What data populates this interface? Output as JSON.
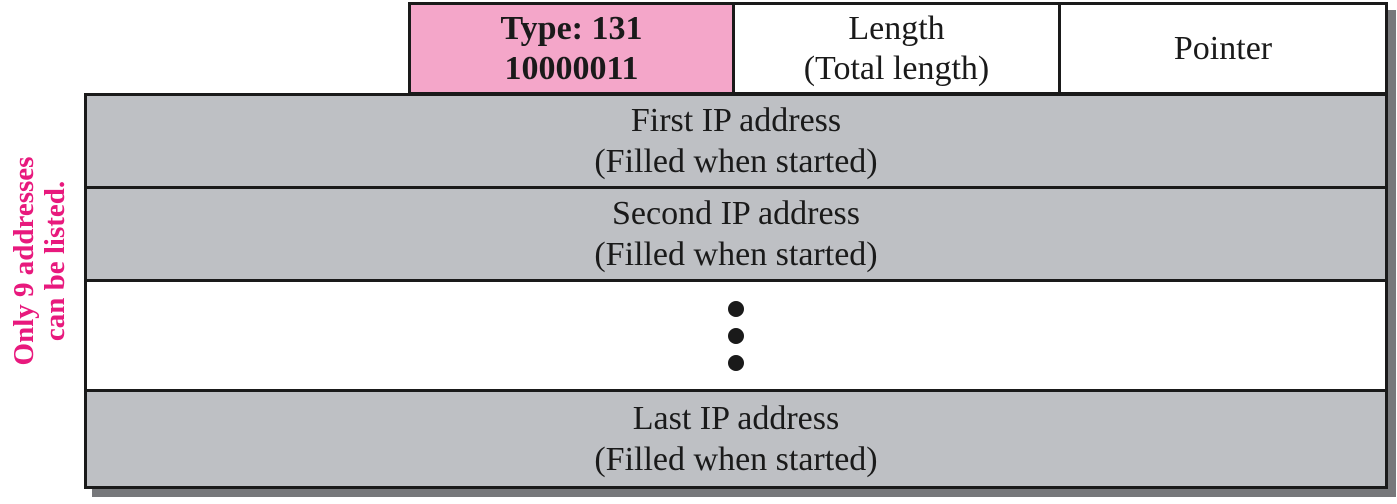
{
  "side_note": {
    "line1": "Only 9 addresses",
    "line2": "can be listed."
  },
  "header_cells": {
    "type": {
      "line1": "Type: 131",
      "line2": "10000011"
    },
    "length": {
      "line1": "Length",
      "line2": "(Total length)"
    },
    "pointer": {
      "label": "Pointer"
    }
  },
  "body_rows": {
    "first": {
      "line1": "First IP address",
      "line2": "(Filled when started)"
    },
    "second": {
      "line1": "Second IP address",
      "line2": "(Filled when started)"
    },
    "ellipsis": {
      "dots": 3
    },
    "last": {
      "line1": "Last IP address",
      "line2": "(Filled when started)"
    }
  },
  "colors": {
    "type_cell_pink": "#f4a6c9",
    "side_note_magenta": "#e8197d",
    "row_gray": "#bec0c4",
    "border_black": "#1a1a1a",
    "shadow_gray": "#77787b"
  }
}
